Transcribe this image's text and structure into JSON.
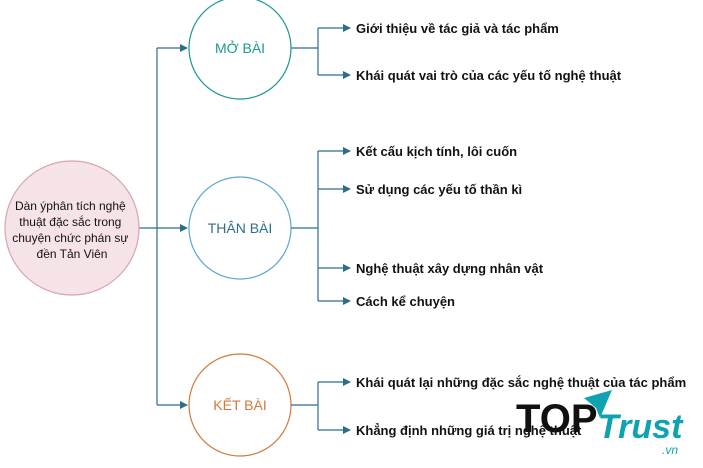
{
  "root": {
    "lines": [
      "Dàn ýphân tích nghệ",
      "thuật đặc sắc trong",
      "chuyện chức phán sự",
      "đền Tản Viên"
    ]
  },
  "sections": [
    {
      "label": "MỞ BÀI",
      "color": "#1a9a8c",
      "items": [
        "Giới thiệu về tác giả và tác phẩm",
        "Khái quát vai trò của các yếu tố nghệ thuật"
      ]
    },
    {
      "label": "THÂN BÀI",
      "color": "#5aa8d0",
      "items": [
        "Kết cấu kịch tính, lôi cuốn",
        "Sử dụng các yếu tố thần kì",
        "Nghệ thuật xây dựng nhân vật",
        "Cách kể chuyện"
      ]
    },
    {
      "label": "KẾT BÀI",
      "color": "#d07a3a",
      "items": [
        "Khái quát lại những đặc sắc nghệ thuật của tác phẩm",
        "Khẳng định những giá trị nghệ thuật"
      ]
    }
  ],
  "colors": {
    "root_fill": "#f6e3e7",
    "root_stroke": "#d6a4ae",
    "connector": "#2c6e8a",
    "text": "#111111",
    "watermark_dark": "#111111",
    "watermark_accent": "#0fa3b1"
  },
  "watermark": {
    "brand": "TOPTrust",
    "suffix": ".vn"
  }
}
